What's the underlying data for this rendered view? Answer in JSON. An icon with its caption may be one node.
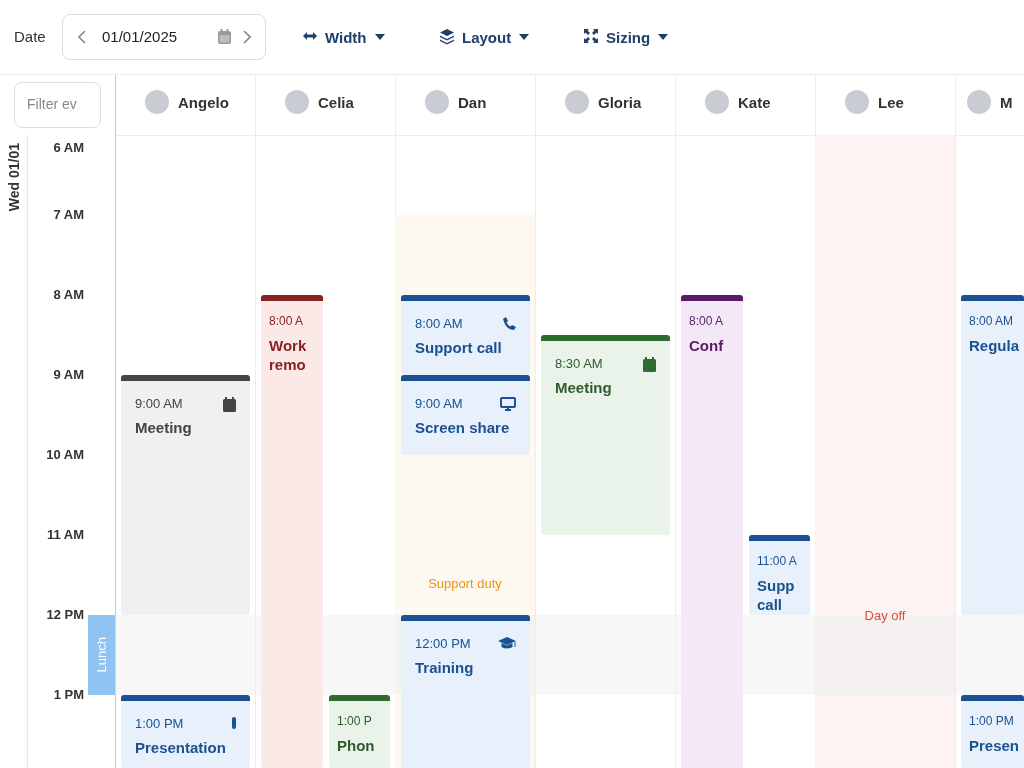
{
  "diagram": {
    "nodes": [
      {
        "text": [
          "Support duty"
        ]
      },
      {
        "text": [
          "Day off"
        ]
      },
      {
        "text": [
          "Lunch"
        ]
      },
      {
        "text": [
          "9:00 AM",
          "Meeting"
        ]
      },
      {
        "text": [
          "1:00 PM",
          "Presentation"
        ]
      },
      {
        "text": [
          "8:00 A",
          "Work remo"
        ]
      },
      {
        "text": [
          "1:00 P",
          "Phon"
        ]
      },
      {
        "text": [
          "8:00 AM",
          "Support call"
        ],
        "in": 0
      },
      {
        "text": [
          "9:00 AM",
          "Screen share"
        ],
        "in": 0
      },
      {
        "text": [
          "12:00 PM",
          "Training"
        ],
        "in": 0
      },
      {
        "text": [
          "8:30 AM",
          "Meeting"
        ]
      },
      {
        "text": [
          "8:00 A",
          "Conf"
        ]
      },
      {
        "text": [
          "11:00 A",
          "Supp call"
        ]
      },
      {
        "text": [
          "8:00 AM",
          "Regula"
        ]
      },
      {
        "text": [
          "1:00 PM",
          "Presen"
        ]
      }
    ],
    "edges": [],
    "labels": [
      "Date",
      "01/01/2025",
      "Width",
      "Layout",
      "Sizing",
      "Filter ev",
      "Angelo",
      "Celia",
      "Dan",
      "Gloria",
      "Kate",
      "Lee",
      "M",
      "Wed 01/01",
      "6 AM",
      "7 AM",
      "8 AM",
      "9 AM",
      "10 AM",
      "11 AM",
      "12 PM",
      "1 PM"
    ]
  }
}
